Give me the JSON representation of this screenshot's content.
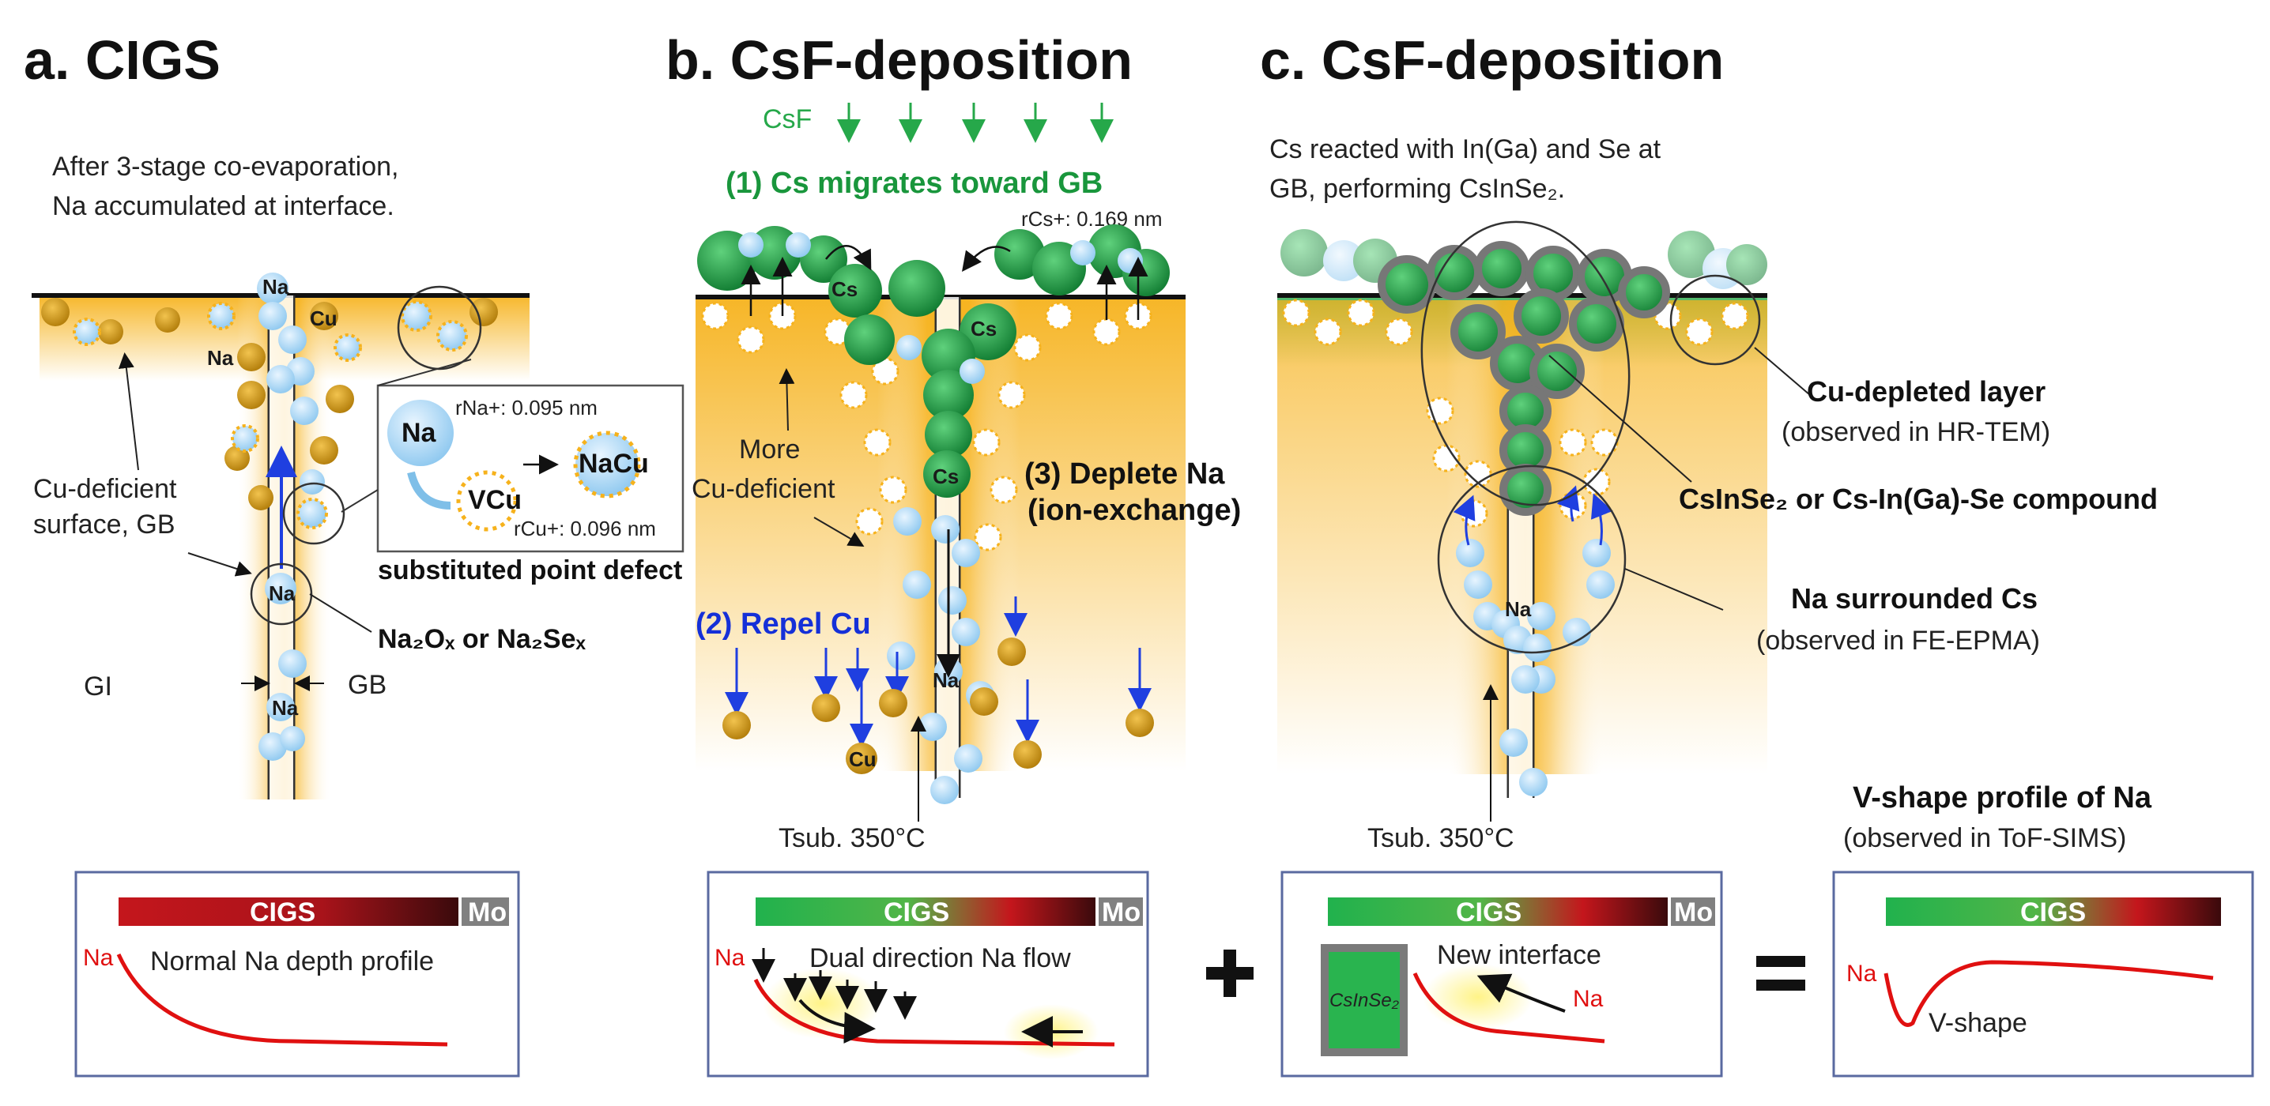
{
  "panels": {
    "a": {
      "title": "a. CIGS",
      "desc_line1": "After 3-stage co-evaporation,",
      "desc_line2": "Na accumulated at interface.",
      "label_na_top": "Na",
      "label_cu_top": "Cu",
      "label_na_mid": "Na",
      "label_na_gb": "Na",
      "label_na_bottom": "Na",
      "cu_deficient_1": "Cu-deficient",
      "cu_deficient_2": "surface, GB",
      "gi": "GI",
      "gb": "GB",
      "na2o": "Na₂Oₓ or Na₂Seₓ",
      "inset": {
        "na": "Na",
        "r_na": "rNa+: 0.095 nm",
        "vcu": "VCu",
        "nacu": "NaCu",
        "r_cu": "rCu+: 0.096 nm",
        "caption": "substituted point defect"
      },
      "profile": {
        "bar_label": "CIGS",
        "mo": "Mo",
        "na": "Na",
        "text": "Normal Na depth profile"
      }
    },
    "b": {
      "title": "b. CsF-deposition",
      "csf": "CsF",
      "step1": "(1) Cs migrates toward GB",
      "r_cs": "rCs+: 0.169 nm",
      "cs1": "Cs",
      "cs2": "Cs",
      "cs3": "Cs",
      "more_1": "More",
      "more_2": "Cu-deficient",
      "step3_1": "(3) Deplete Na",
      "step3_2": "(ion-exchange)",
      "step2": "(2) Repel Cu",
      "na": "Na",
      "cu": "Cu",
      "tsub": "Tsub. 350°C",
      "profile": {
        "bar_label": "CIGS",
        "mo": "Mo",
        "na": "Na",
        "text": "Dual direction Na flow"
      }
    },
    "c": {
      "title": "c. CsF-deposition",
      "desc_line1": "Cs reacted with In(Ga) and Se at",
      "desc_line2": "GB, performing CsInSe₂.",
      "cu_depleted": "Cu-depleted layer",
      "hr_tem": "(observed in HR-TEM)",
      "csinse2": "CsInSe₂ or Cs-In(Ga)-Se compound",
      "na_surr": "Na surrounded Cs",
      "fe_epma": "(observed in FE-EPMA)",
      "na": "Na",
      "tsub": "Tsub. 350°C",
      "profile": {
        "bar_label": "CIGS",
        "mo": "Mo",
        "box": "CsInSe₂",
        "text": "New interface",
        "na": "Na"
      }
    },
    "d": {
      "title": "V-shape profile of Na",
      "subtitle": "(observed in ToF-SIMS)",
      "profile": {
        "bar_label": "CIGS",
        "na": "Na",
        "text": "V-shape"
      }
    }
  },
  "operators": {
    "plus": "+",
    "equals": "="
  },
  "colors": {
    "na_ball": "#a9d6f5",
    "cu_ball": "#d49a12",
    "cs_ball": "#1f9a45",
    "gold": "#f6b21c",
    "red_curve": "#e01010",
    "blue_arrow": "#1f3fe0"
  }
}
